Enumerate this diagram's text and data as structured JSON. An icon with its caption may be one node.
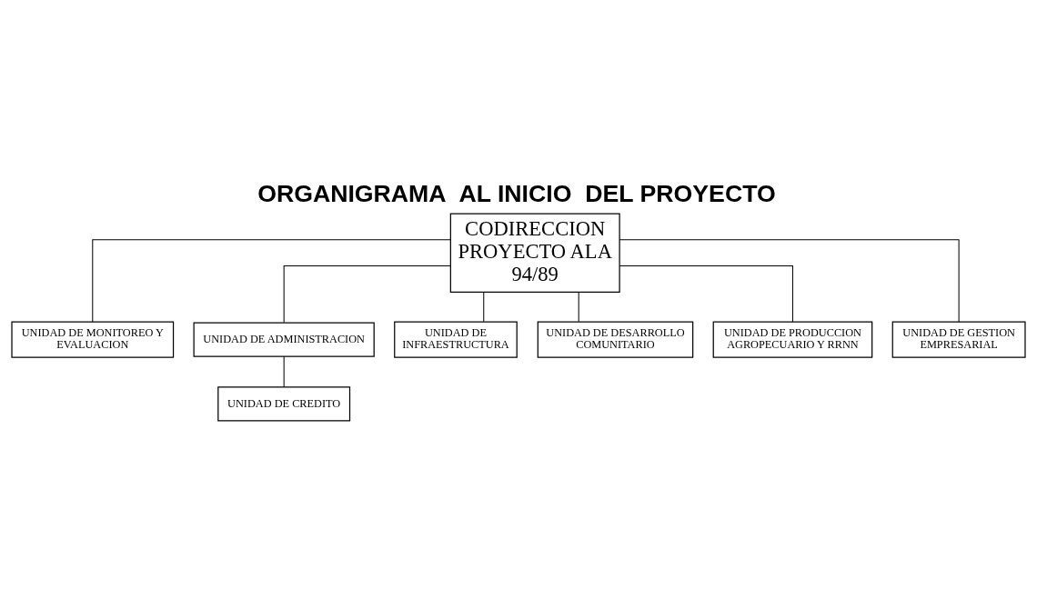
{
  "diagram": {
    "title": "ORGANIGRAMA  AL INICIO  DEL PROYECTO",
    "nodes": [
      {
        "text": [
          "CODIRECCION PROYECTO ALA 94/89"
        ]
      },
      {
        "text": [
          "UNIDAD DE MONITOREO Y EVALUACION"
        ]
      },
      {
        "text": [
          "UNIDAD DE ADMINISTRACION"
        ]
      },
      {
        "text": [
          "UNIDAD DE CREDITO"
        ]
      },
      {
        "text": [
          "UNIDAD DE INFRAESTRUCTURA"
        ]
      },
      {
        "text": [
          "UNIDAD DE DESARROLLO COMUNITARIO"
        ]
      },
      {
        "text": [
          "UNIDAD DE PRODUCCION AGROPECUARIO Y RRNN"
        ]
      },
      {
        "text": [
          "UNIDAD DE GESTION EMPRESARIAL"
        ]
      }
    ],
    "edges": [
      {
        "from": 0,
        "to": 1,
        "arrow": "none"
      },
      {
        "from": 0,
        "to": 2,
        "arrow": "none"
      },
      {
        "from": 2,
        "to": 3,
        "arrow": "none"
      },
      {
        "from": 0,
        "to": 4,
        "arrow": "none"
      },
      {
        "from": 0,
        "to": 5,
        "arrow": "none"
      },
      {
        "from": 0,
        "to": 6,
        "arrow": "none"
      },
      {
        "from": 0,
        "to": 7,
        "arrow": "none"
      }
    ]
  }
}
